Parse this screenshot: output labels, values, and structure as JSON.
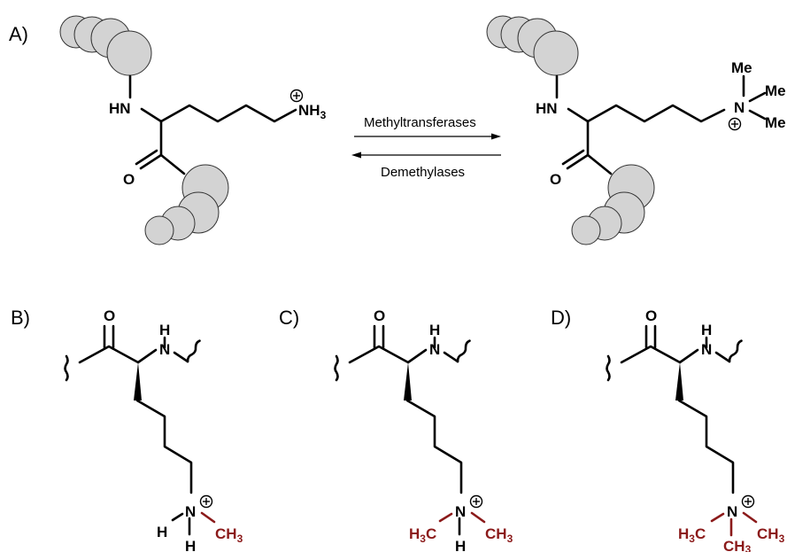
{
  "panels": {
    "a_label": "A)",
    "b_label": "B)",
    "c_label": "C)",
    "d_label": "D)"
  },
  "reaction": {
    "forward": "Methyltransferases",
    "reverse": "Demethylases"
  },
  "atoms": {
    "hn": "HN",
    "nh": "NH",
    "o": "O",
    "n": "N",
    "h": "H",
    "me": "Me",
    "ch": "CH",
    "hc": "H",
    "c": "C",
    "three": "3"
  }
}
